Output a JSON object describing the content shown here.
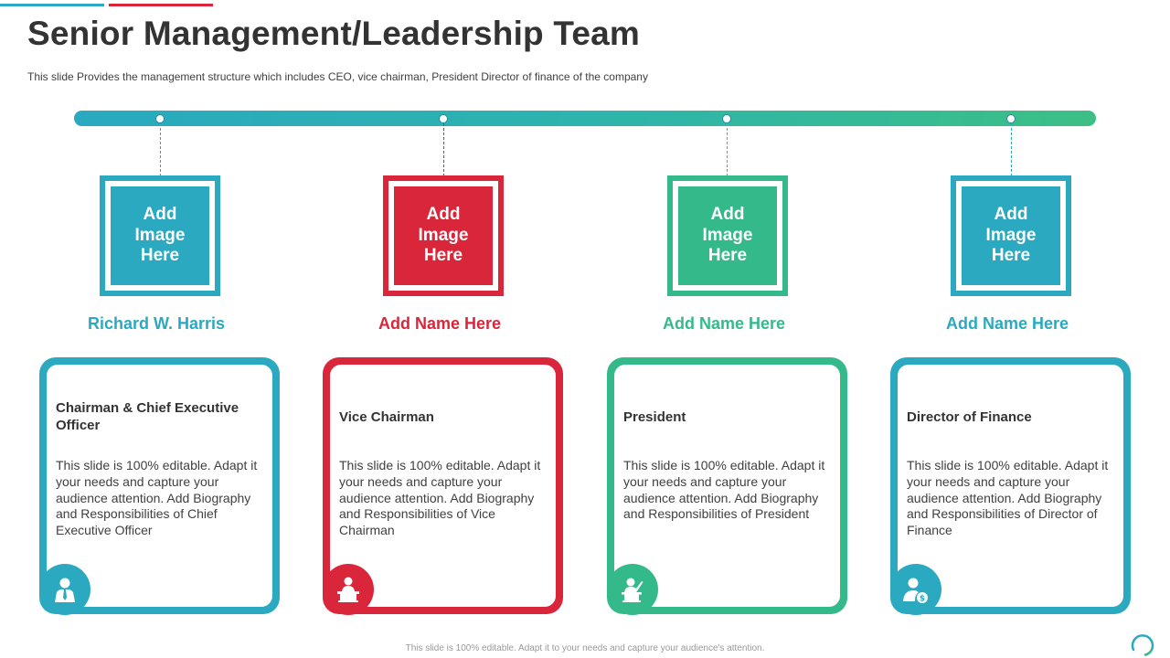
{
  "page": {
    "title": "Senior Management/Leadership Team",
    "subtitle": "This slide Provides the management structure which includes CEO, vice chairman, President Director of finance of the company",
    "footer": "This slide is 100% editable. Adapt it to your needs and capture your audience's attention."
  },
  "colors": {
    "teal": "#2aa9c0",
    "red": "#d9263a",
    "green": "#34b98a",
    "text": "#333333"
  },
  "members": [
    {
      "image_placeholder": "Add Image Here",
      "name": "Richard W. Harris",
      "role": "Chairman & Chief Executive Officer",
      "description": "This slide is 100% editable. Adapt it your needs and capture your audience attention. Add Biography and Responsibilities of Chief Executive Officer",
      "icon": "businessman-icon",
      "color": "#2aa9c0"
    },
    {
      "image_placeholder": "Add Image Here",
      "name": "Add Name Here",
      "role": "Vice Chairman",
      "description": "This slide is 100% editable. Adapt it your needs and capture your audience attention. Add Biography and Responsibilities of Vice Chairman",
      "icon": "speaker-podium-icon",
      "color": "#d9263a"
    },
    {
      "image_placeholder": "Add Image Here",
      "name": "Add Name Here",
      "role": "President",
      "description": "This slide is 100% editable. Adapt it your needs and capture your audience attention. Add Biography and Responsibilities of President",
      "icon": "presenter-icon",
      "color": "#34b98a"
    },
    {
      "image_placeholder": "Add Image Here",
      "name": "Add Name Here",
      "role": "Director of Finance",
      "description": "This slide is 100% editable. Adapt it your needs and capture your audience attention. Add Biography and Responsibilities of Director of Finance",
      "icon": "finance-person-icon",
      "color": "#2aa9c0"
    }
  ]
}
